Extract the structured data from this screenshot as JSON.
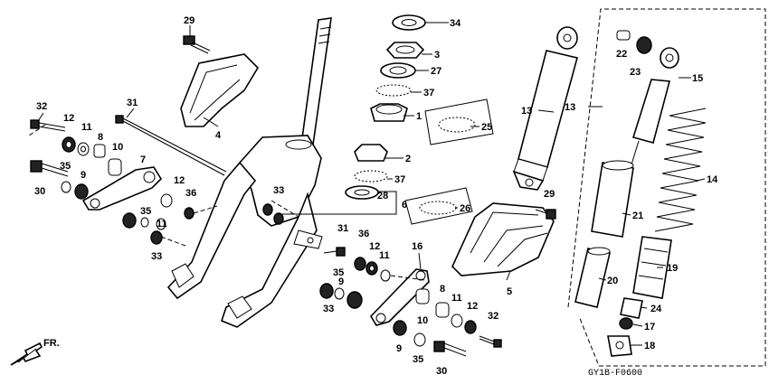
{
  "diagram_code": "GY1B-F0600",
  "direction_label": "FR.",
  "callouts": [
    "29",
    "34",
    "3",
    "27",
    "37",
    "1",
    "25",
    "13",
    "22",
    "23",
    "15",
    "4",
    "32",
    "12",
    "11",
    "8",
    "31",
    "10",
    "7",
    "35",
    "9",
    "30",
    "2",
    "37",
    "28",
    "6",
    "26",
    "33",
    "36",
    "12",
    "35",
    "11",
    "33",
    "14",
    "21",
    "31",
    "36",
    "12",
    "11",
    "16",
    "29",
    "5",
    "19",
    "20",
    "35",
    "9",
    "33",
    "8",
    "11",
    "12",
    "32",
    "24",
    "10",
    "9",
    "35",
    "30",
    "17",
    "18",
    "13"
  ]
}
